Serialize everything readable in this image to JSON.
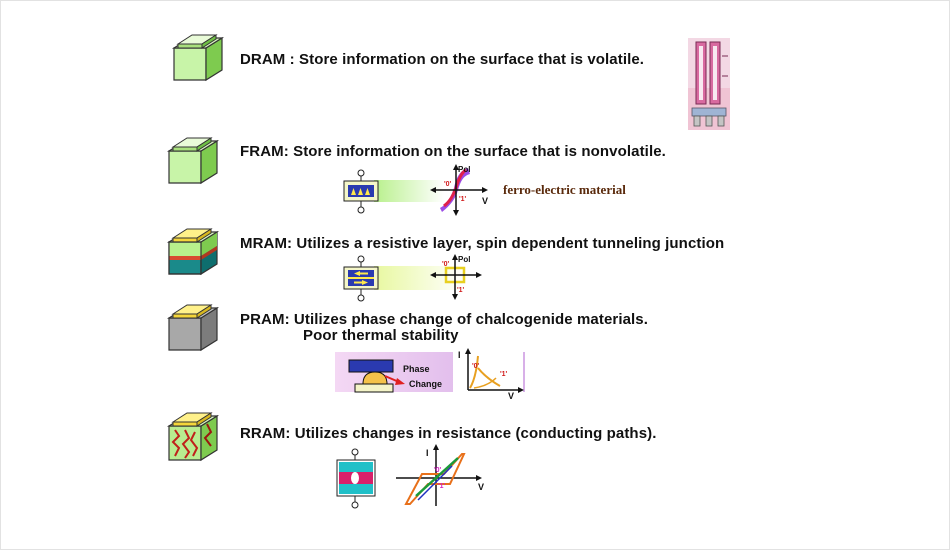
{
  "rows": {
    "dram": {
      "label": "DRAM : Store information on the surface that is volatile."
    },
    "fram": {
      "label": "FRAM:   Store information on the surface that is nonvolatile.",
      "material": "ferro-electric material",
      "graph": {
        "pol": "Pol",
        "v": "V",
        "state0": "'0'",
        "state1": "'1'"
      }
    },
    "mram": {
      "label": "MRAM:  Utilizes a resistive layer, spin dependent tunneling junction",
      "graph": {
        "pol": "Pol",
        "state0": "'0'",
        "state1": "'1'"
      }
    },
    "pram": {
      "label_line1": "PRAM:   Utilizes phase change of chalcogenide materials.",
      "label_line2": "Poor thermal stability",
      "phase1": "Phase",
      "phase2": "Change",
      "graph": {
        "i": "I",
        "v": "V",
        "state0": "'0'",
        "state1": "'1'"
      }
    },
    "rram": {
      "label": "RRAM: Utilizes changes in resistance (conducting paths).",
      "graph": {
        "i": "I",
        "v": "V",
        "state0": "'0'",
        "state1": "'1'"
      }
    }
  }
}
